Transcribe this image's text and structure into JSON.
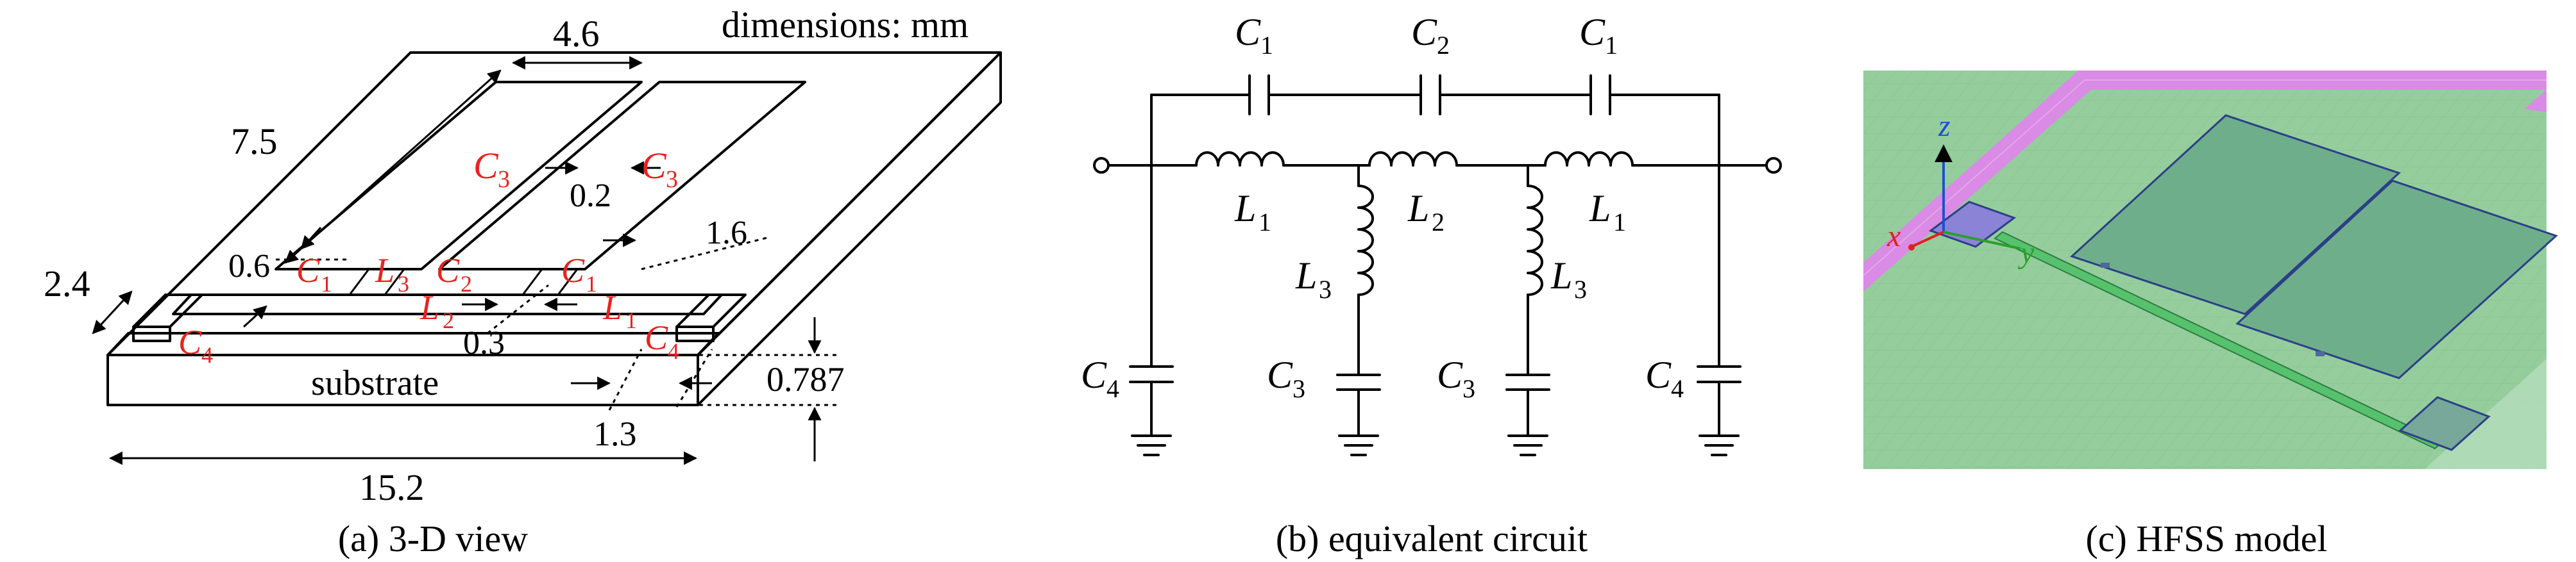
{
  "panel_a": {
    "caption": "(a) 3-D view",
    "units_note": "dimensions: mm",
    "dims": {
      "patch_gap_width": "4.6",
      "patch_length": "7.5",
      "slot": "0.2",
      "offset_right": "1.6",
      "feed_gap": "0.6",
      "pad_width": "2.4",
      "line_gap": "0.3",
      "thickness": "0.787",
      "pad_len": "1.3",
      "board_len": "15.2"
    },
    "substrate_label": "substrate",
    "labels": {
      "c1": "C",
      "c1_sub": "1",
      "c2": "C",
      "c2_sub": "2",
      "c3": "C",
      "c3_sub": "3",
      "c4": "C",
      "c4_sub": "4",
      "l1": "L",
      "l1_sub": "1",
      "l2": "L",
      "l2_sub": "2",
      "l3": "L",
      "l3_sub": "3"
    }
  },
  "panel_b": {
    "caption": "(b) equivalent circuit",
    "c1": "C",
    "c1_sub": "1",
    "c2": "C",
    "c2_sub": "2",
    "c3": "C",
    "c3_sub": "3",
    "c4": "C",
    "c4_sub": "4",
    "l1": "L",
    "l1_sub": "1",
    "l2": "L",
    "l2_sub": "2",
    "l3": "L",
    "l3_sub": "3"
  },
  "panel_c": {
    "caption": "(c) HFSS model",
    "axis_x": "x",
    "axis_y": "y",
    "axis_z": "z",
    "colors": {
      "substrate": "#93cc9a",
      "edge_strip": "#d07ee0",
      "metal": "#5aa27a",
      "axis_x": "#e02020",
      "axis_y": "#2aa02a",
      "axis_z": "#1f4fd0"
    }
  }
}
